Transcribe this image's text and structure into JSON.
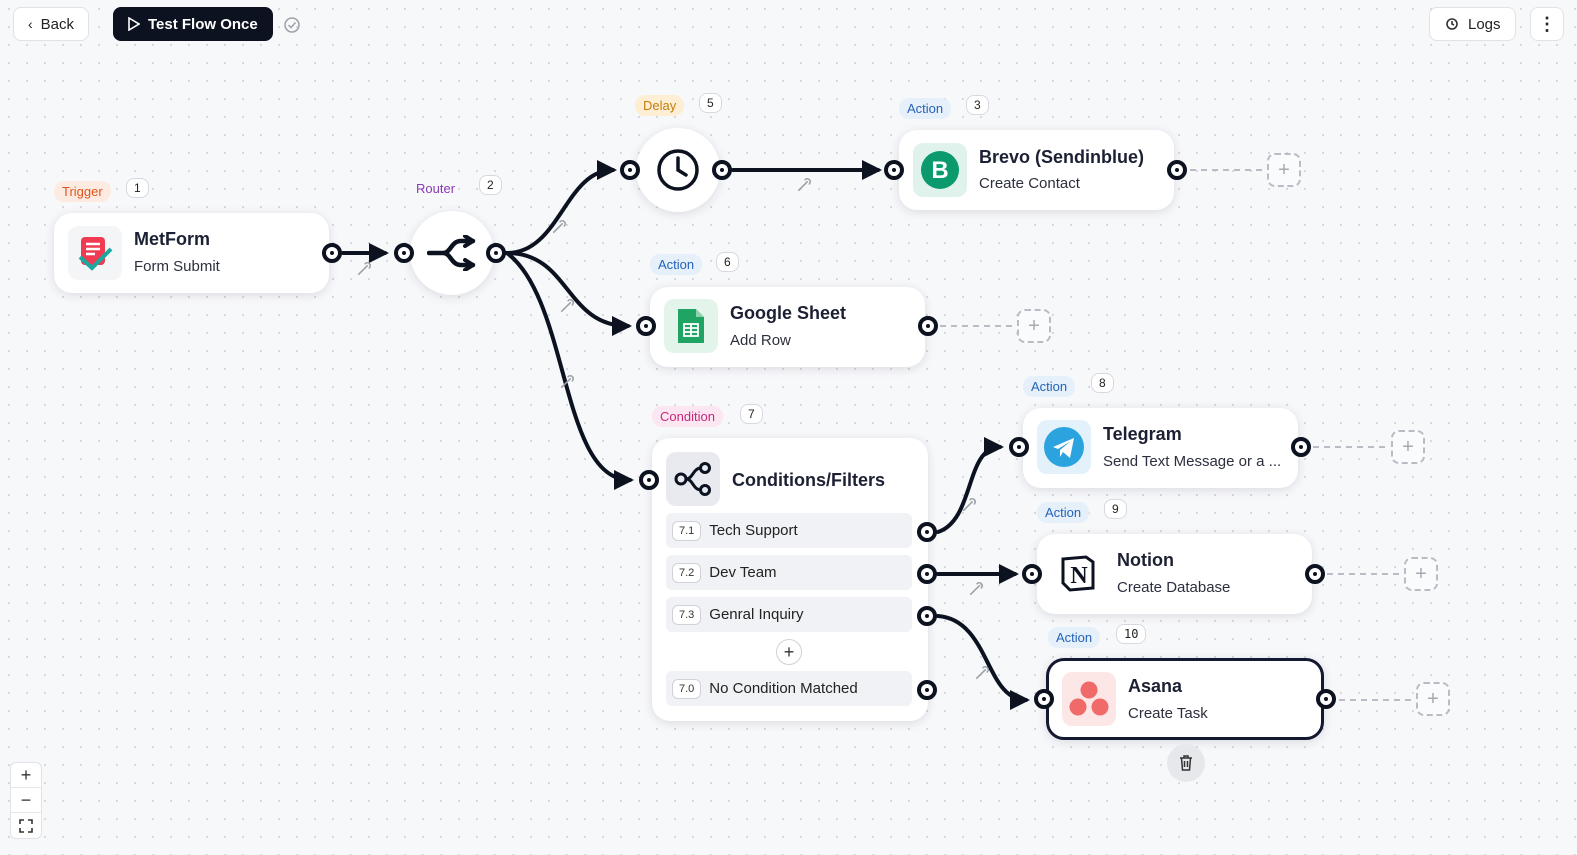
{
  "toolbar": {
    "back_label": "Back",
    "test_label": "Test Flow Once",
    "logs_label": "Logs"
  },
  "nodes": {
    "trigger": {
      "tag": "Trigger",
      "num": "1",
      "title": "MetForm",
      "sub": "Form Submit"
    },
    "router": {
      "tag": "Router",
      "num": "2"
    },
    "delay": {
      "tag": "Delay",
      "num": "5"
    },
    "brevo": {
      "tag": "Action",
      "num": "3",
      "title": "Brevo (Sendinblue)",
      "sub": "Create Contact"
    },
    "gsheet": {
      "tag": "Action",
      "num": "6",
      "title": "Google Sheet",
      "sub": "Add Row"
    },
    "condition": {
      "tag": "Condition",
      "num": "7",
      "title": "Conditions/Filters",
      "rows": [
        {
          "num": "7.1",
          "label": "Tech Support"
        },
        {
          "num": "7.2",
          "label": "Dev Team"
        },
        {
          "num": "7.3",
          "label": "Genral Inquiry"
        }
      ],
      "fallback": {
        "num": "7.0",
        "label": "No Condition Matched"
      }
    },
    "telegram": {
      "tag": "Action",
      "num": "8",
      "title": "Telegram",
      "sub": "Send Text Message or a ..."
    },
    "notion": {
      "tag": "Action",
      "num": "9",
      "title": "Notion",
      "sub": "Create Database"
    },
    "asana": {
      "tag": "Action",
      "num": "10",
      "title": "Asana",
      "sub": "Create Task"
    }
  },
  "zoom": {
    "in": "+",
    "out": "−"
  },
  "colors": {
    "accent": "#0d1220",
    "brevo": "#0b996e",
    "sheets": "#1fa463",
    "telegram": "#2aa3df",
    "asana": "#f06a6a"
  }
}
